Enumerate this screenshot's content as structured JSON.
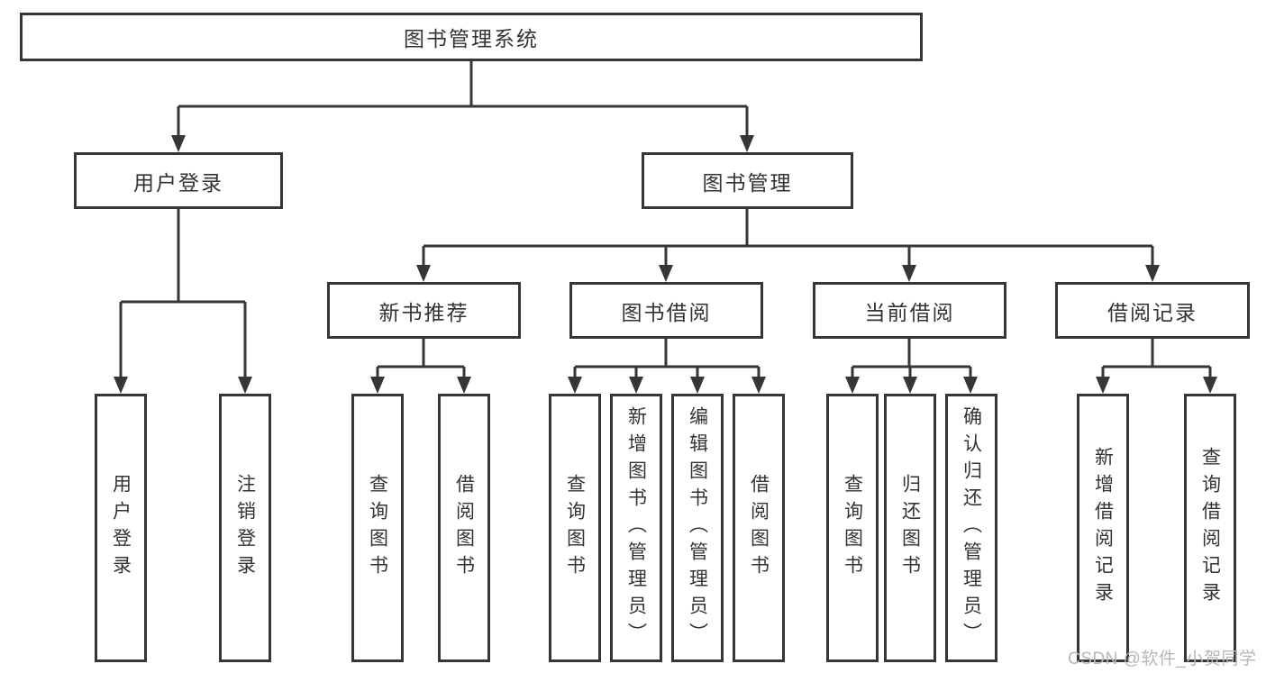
{
  "diagram": {
    "type": "tree",
    "root": {
      "label": "图书管理系统"
    },
    "branches": [
      {
        "label": "用户登录",
        "children": [
          "用户登录",
          "注销登录"
        ]
      },
      {
        "label": "图书管理",
        "children": [
          {
            "label": "新书推荐",
            "children": [
              "查询图书",
              "借阅图书"
            ]
          },
          {
            "label": "图书借阅",
            "children": [
              "查询图书",
              "新增图书（管理员）",
              "编辑图书（管理员）",
              "借阅图书"
            ]
          },
          {
            "label": "当前借阅",
            "children": [
              "查询图书",
              "归还图书",
              "确认归还（管理员）"
            ]
          },
          {
            "label": "借阅记录",
            "children": [
              "新增借阅记录",
              "查询借阅记录"
            ]
          }
        ]
      }
    ],
    "colors": {
      "line": "#363636",
      "text": "#333333",
      "background": "#ffffff",
      "watermark": "#b4b7bb"
    },
    "watermark": "CSDN @软件_小贺同学"
  }
}
